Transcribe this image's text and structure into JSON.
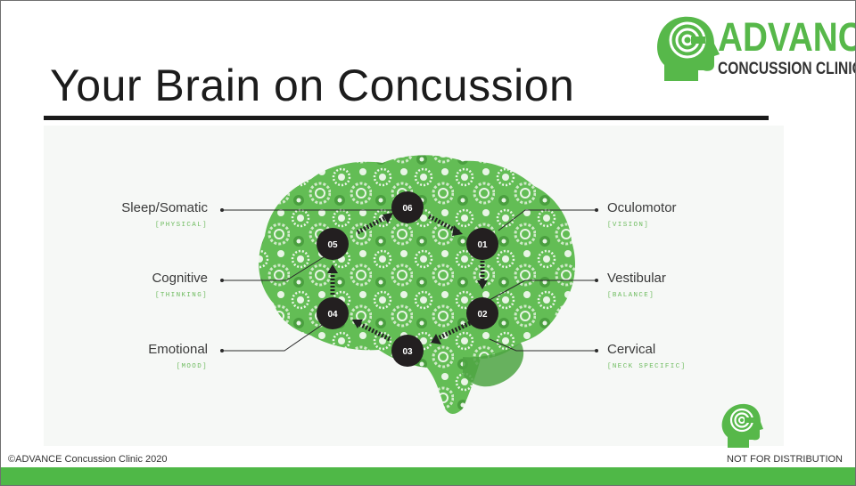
{
  "slide": {
    "title": "Your Brain on Concussion",
    "logo": {
      "word1": "ADVANCE",
      "word2": "CONCUSSION CLINIC",
      "tm": "™"
    },
    "footer_left": "©ADVANCE Concussion Clinic 2020",
    "footer_right": "NOT FOR DISTRIBUTION",
    "colors": {
      "brand_green": "#4fb847",
      "brain_green": "#5cb84e",
      "node_dark": "#231f20"
    }
  },
  "nodes": [
    "01",
    "02",
    "03",
    "04",
    "05",
    "06"
  ],
  "categories": [
    {
      "name": "Oculomotor",
      "sub": "[VISION]"
    },
    {
      "name": "Vestibular",
      "sub": "[BALANCE]"
    },
    {
      "name": "Cervical",
      "sub": "[NECK SPECIFIC]"
    },
    {
      "name": "Emotional",
      "sub": "[MOOD]"
    },
    {
      "name": "Cognitive",
      "sub": "[THINKING]"
    },
    {
      "name": "Sleep/Somatic",
      "sub": "[PHYSICAL]"
    }
  ]
}
